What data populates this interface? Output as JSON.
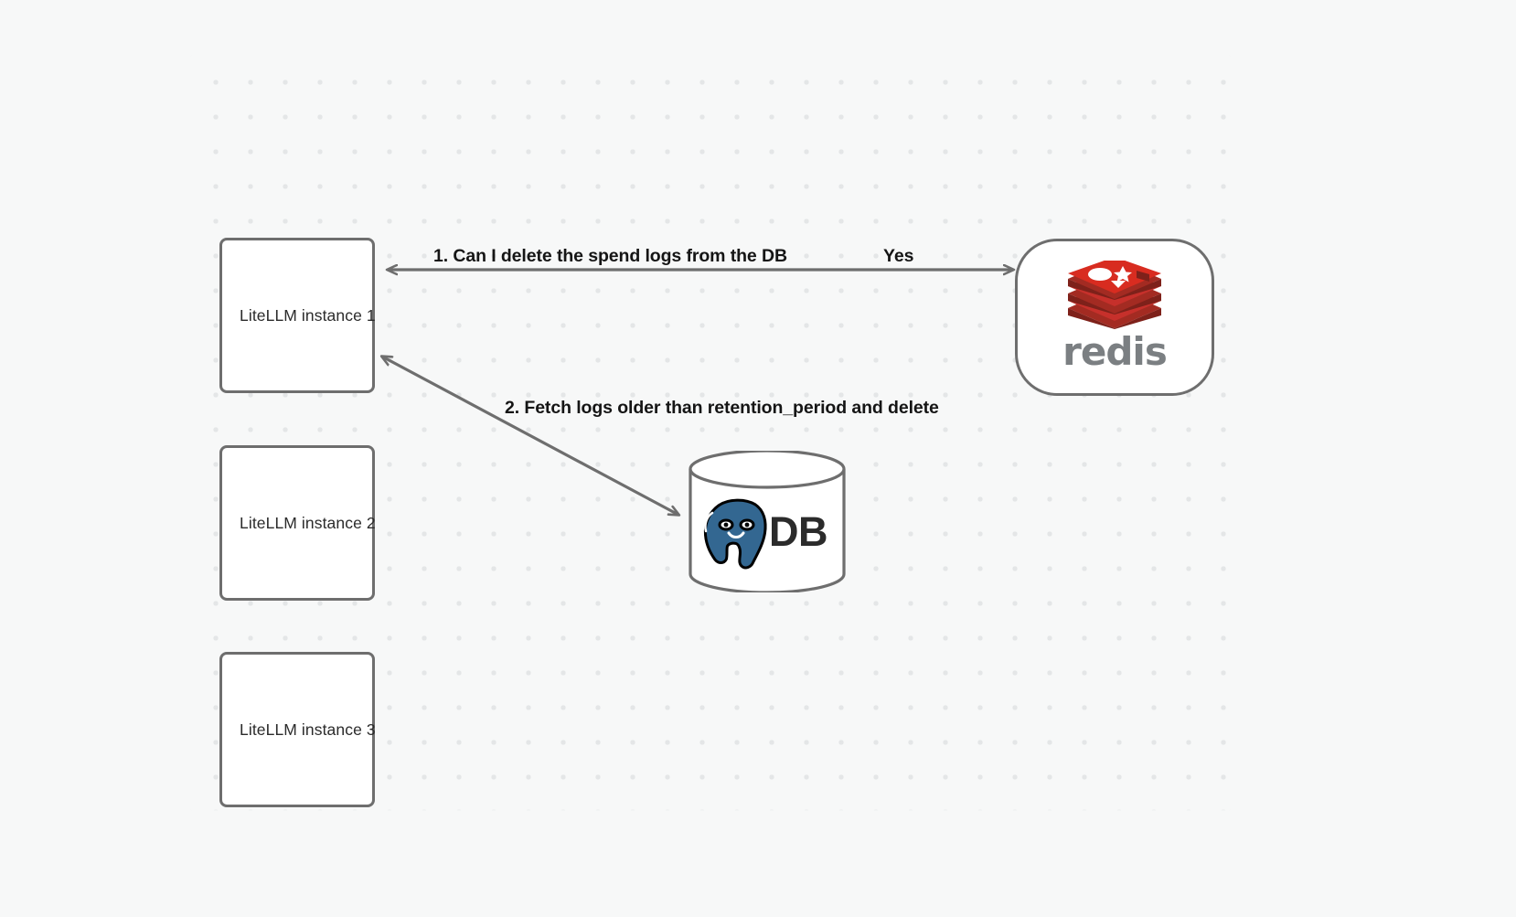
{
  "diagram": {
    "title": "LiteLLM spend log deletion flow",
    "background_color": "#f7f8f8",
    "grid_dot_color": "#e4e6e7",
    "node_border_color": "#6e6e6e",
    "edge_color": "#6e6e6e",
    "label_color": "#151515"
  },
  "nodes": {
    "litellm_1": {
      "label": "LiteLLM instance 1"
    },
    "litellm_2": {
      "label": "LiteLLM instance 2"
    },
    "litellm_3": {
      "label": "LiteLLM instance 3"
    },
    "redis": {
      "label": "redis",
      "icon": "redis-logo",
      "brand_color": "#c6302b",
      "wordmark_color": "#7b7f82"
    },
    "database": {
      "label": "DB",
      "icon": "postgresql-elephant-logo",
      "brand_color": "#336791"
    }
  },
  "edges": [
    {
      "id": "edge-redis",
      "from": "litellm_1",
      "to": "redis",
      "label": "1.  Can I delete the spend logs from the DB",
      "answer": "Yes",
      "arrow": "double"
    },
    {
      "id": "edge-db",
      "from": "litellm_1",
      "to": "database",
      "label": "2.  Fetch logs older than retention_period and delete",
      "arrow": "double"
    }
  ]
}
